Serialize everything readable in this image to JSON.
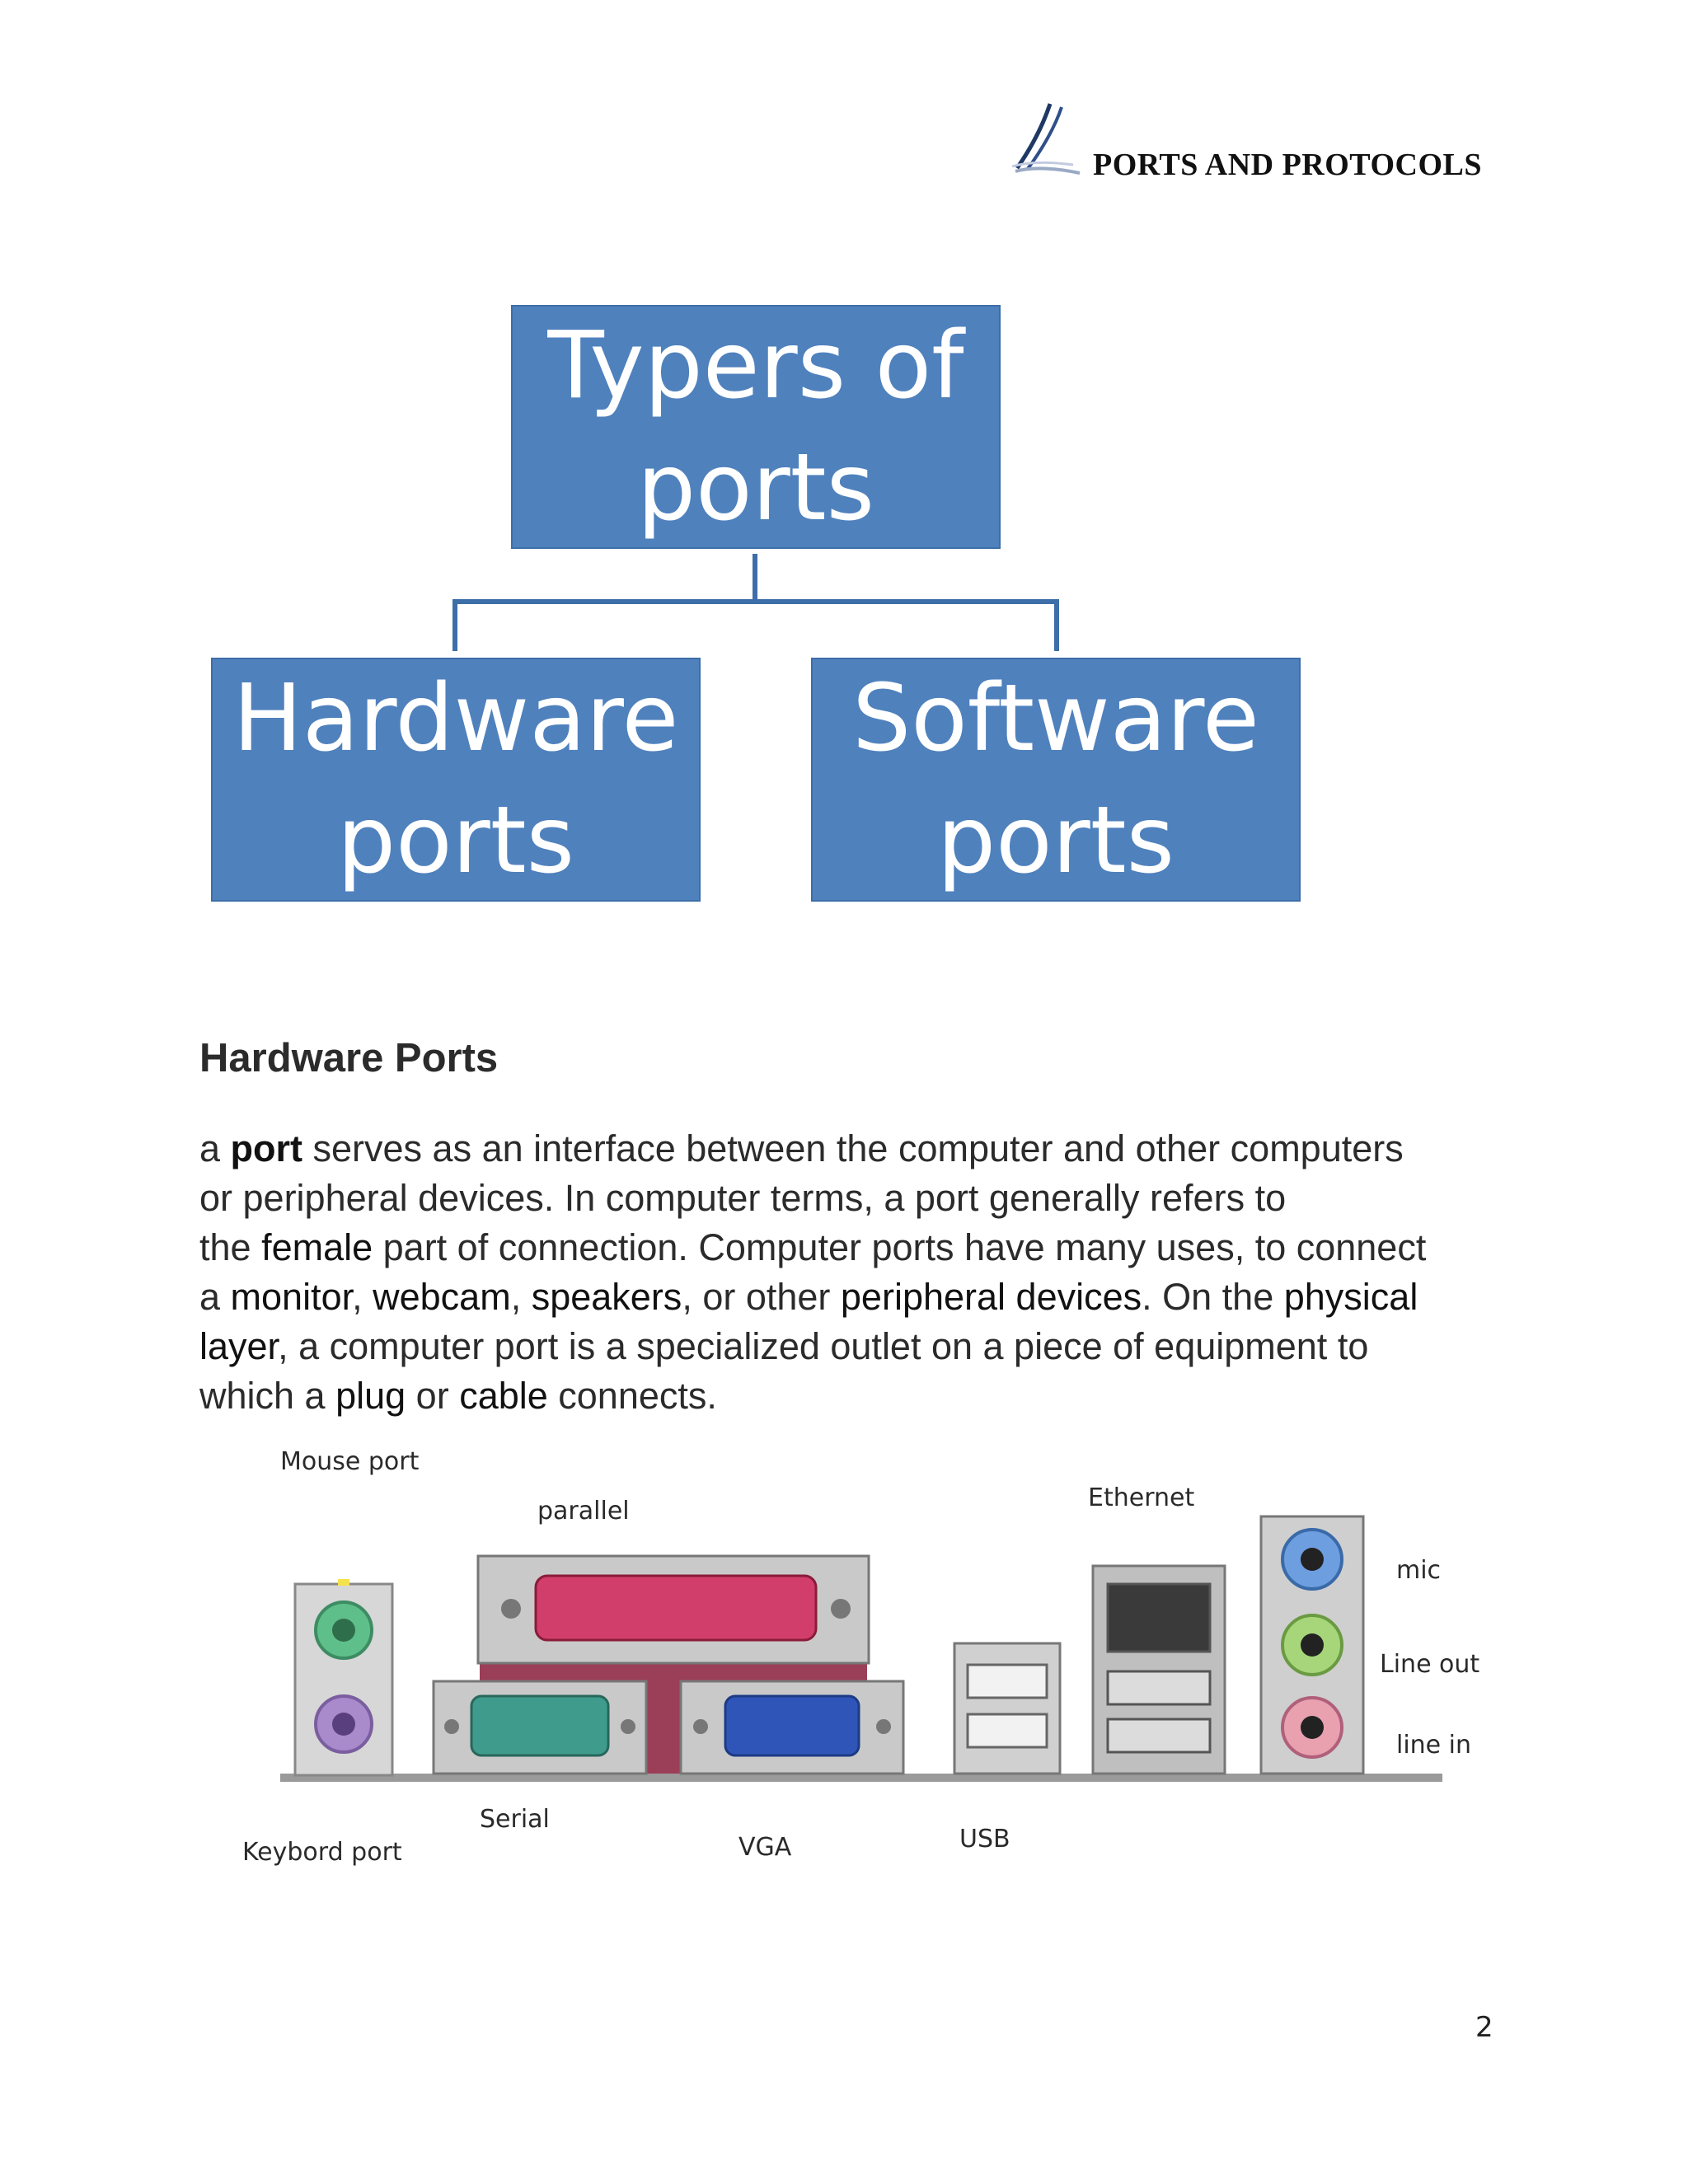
{
  "header": {
    "title": "PORTS AND PROTOCOLS"
  },
  "diagram": {
    "root": [
      "Typers of",
      "ports"
    ],
    "children": [
      {
        "lines": [
          "Hardware",
          "ports"
        ]
      },
      {
        "lines": [
          "Software",
          "ports"
        ]
      }
    ],
    "colors": {
      "box": "#4f81bd",
      "connector": "#3d6ea8"
    }
  },
  "section": {
    "heading": "Hardware  Ports",
    "lines": [
      {
        "parts": [
          "a ",
          "port",
          " serves as an interface between the computer and other computers"
        ]
      },
      {
        "text": "or peripheral devices. In computer terms, a port generally refers to"
      },
      {
        "parts": [
          "the ",
          "female",
          " part of connection. Computer ports have many uses, to connect"
        ]
      },
      {
        "parts": [
          "a ",
          "monitor",
          ", ",
          "webcam",
          ", ",
          "speakers",
          ", or other ",
          "peripheral devices",
          ". On the ",
          "physical"
        ]
      },
      {
        "parts": [
          "layer",
          ", a computer port is a specialized outlet on a piece of equipment to"
        ]
      },
      {
        "parts": [
          "which a ",
          "plug",
          " or ",
          "cable",
          " connects."
        ]
      }
    ]
  },
  "figure": {
    "labels": {
      "mouse": "Mouse port",
      "parallel": "parallel",
      "ethernet": "Ethernet",
      "mic": "mic",
      "line_out": "Line out",
      "line_in": "line in",
      "serial": "Serial",
      "keyboard": "Keybord port",
      "vga": "VGA",
      "usb": "USB"
    }
  },
  "page_number": "2"
}
